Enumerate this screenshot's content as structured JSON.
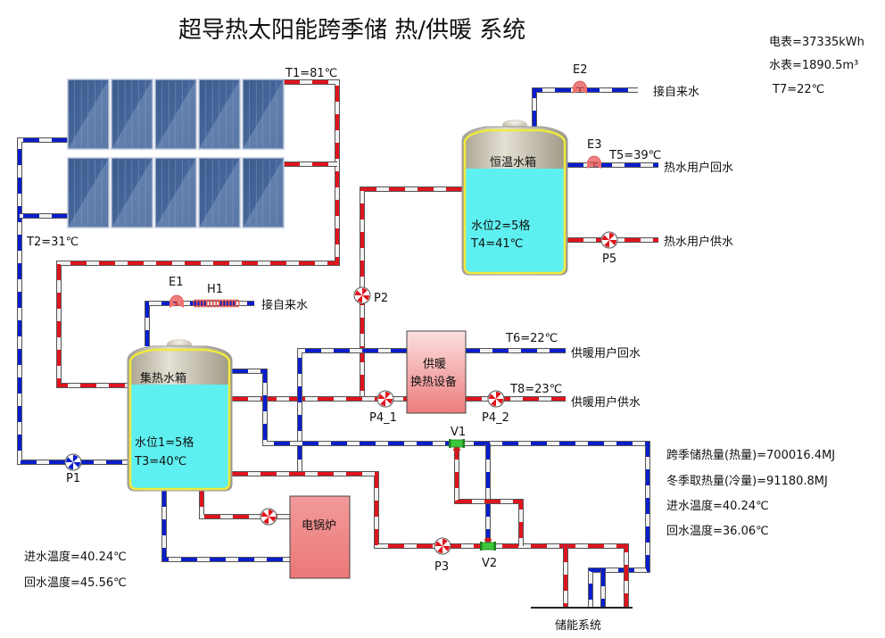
{
  "title": "超导热太阳能跨季储 热/供暖 系统",
  "meters": {
    "electric": "电表=37335kWh",
    "water": "水表=1890.5m³",
    "t7": "T7=22℃"
  },
  "colors": {
    "hot_pipe": "#e0141e",
    "cold_pipe": "#0a1ecc",
    "pipe_base": "#f2f2f2",
    "pipe_edge": "#555555",
    "water": "#5ef0f0",
    "tank_top": "#c9c3b2",
    "tank_rim": "#f0ea3c",
    "equip_fill": "#f08888",
    "panel": "#4c6c9c",
    "valve_green": "#3cc83c"
  },
  "solar": {
    "t1": "T1=81℃",
    "t2": "T2=31℃"
  },
  "tank1": {
    "name": "集热水箱",
    "level": "水位1=5格",
    "temp": "T3=40℃"
  },
  "tank2": {
    "name": "恒温水箱",
    "level": "水位2=5格",
    "temp": "T4=41℃"
  },
  "heat_exchanger": {
    "line1": "供暖",
    "line2": "换热设备"
  },
  "boiler": {
    "name": "电锅炉"
  },
  "labels": {
    "e1": "E1",
    "h1": "H1",
    "e2": "E2",
    "e3": "E3",
    "p1": "P1",
    "p2": "P2",
    "p3": "P3",
    "p4_1": "P4_1",
    "p4_2": "P4_2",
    "p5": "P5",
    "v1": "V1",
    "v2": "V2",
    "t5": "T5=39℃",
    "t6": "T6=22℃",
    "t8": "T8=23℃",
    "tap_water_1": "接自来水",
    "tap_water_2": "接自来水",
    "hot_return": "热水用户回水",
    "hot_supply": "热水用户供水",
    "heat_return": "供暖用户回水",
    "heat_supply": "供暖用户供水",
    "storage": "储能系统"
  },
  "left_stats": {
    "inlet": "进水温度=40.24℃",
    "return": "回水温度=45.56℃"
  },
  "right_stats": {
    "seasonal_heat": "跨季储热量(热量)=700016.4MJ",
    "winter_heat": "冬季取热量(冷量)=91180.8MJ",
    "inlet": "进水温度=40.24℃",
    "return": "回水温度=36.06℃"
  }
}
